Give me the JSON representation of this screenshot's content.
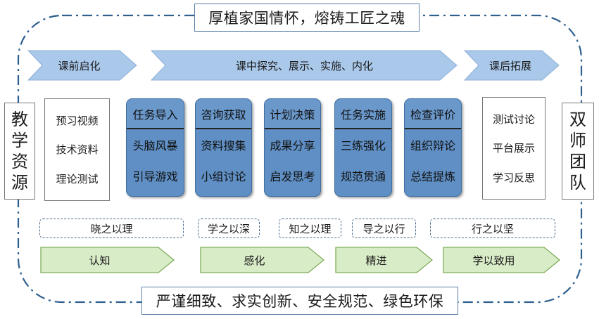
{
  "title": "厚植家国情怀，熔铸工匠之魂",
  "footer": "严谨细致、求实创新、安全规范、绿色环保",
  "left_side": "教学资源",
  "right_side": "双师团队",
  "phases": [
    {
      "label": "课前启化"
    },
    {
      "label": "课中探究、展示、实施、内化"
    },
    {
      "label": "课后拓展"
    }
  ],
  "pre_class": [
    "预习视频",
    "技术资料",
    "理论测试"
  ],
  "post_class": [
    "测试讨论",
    "平台展示",
    "学习反思"
  ],
  "stages": [
    {
      "head": "任务导入",
      "items": [
        "头脑风暴",
        "引导游戏"
      ]
    },
    {
      "head": "咨询获取",
      "items": [
        "资料搜集",
        "小组讨论"
      ]
    },
    {
      "head": "计划决策",
      "items": [
        "成果分享",
        "启发思考"
      ]
    },
    {
      "head": "任务实施",
      "items": [
        "三练强化",
        "规范贯通"
      ]
    },
    {
      "head": "检查评价",
      "items": [
        "组织辩论",
        "总结提炼"
      ]
    }
  ],
  "principles": [
    "晓之以理",
    "学之以深",
    "知之以理",
    "导之以行",
    "行之以坚"
  ],
  "progression": [
    "认知",
    "感化",
    "精进",
    "学以致用"
  ],
  "colors": {
    "phase_arrow": "#a9c8ea",
    "stage_fill": "#5f8fc4",
    "progress_arrow": "#d9ecc8",
    "frame": "#2d5f8f"
  }
}
